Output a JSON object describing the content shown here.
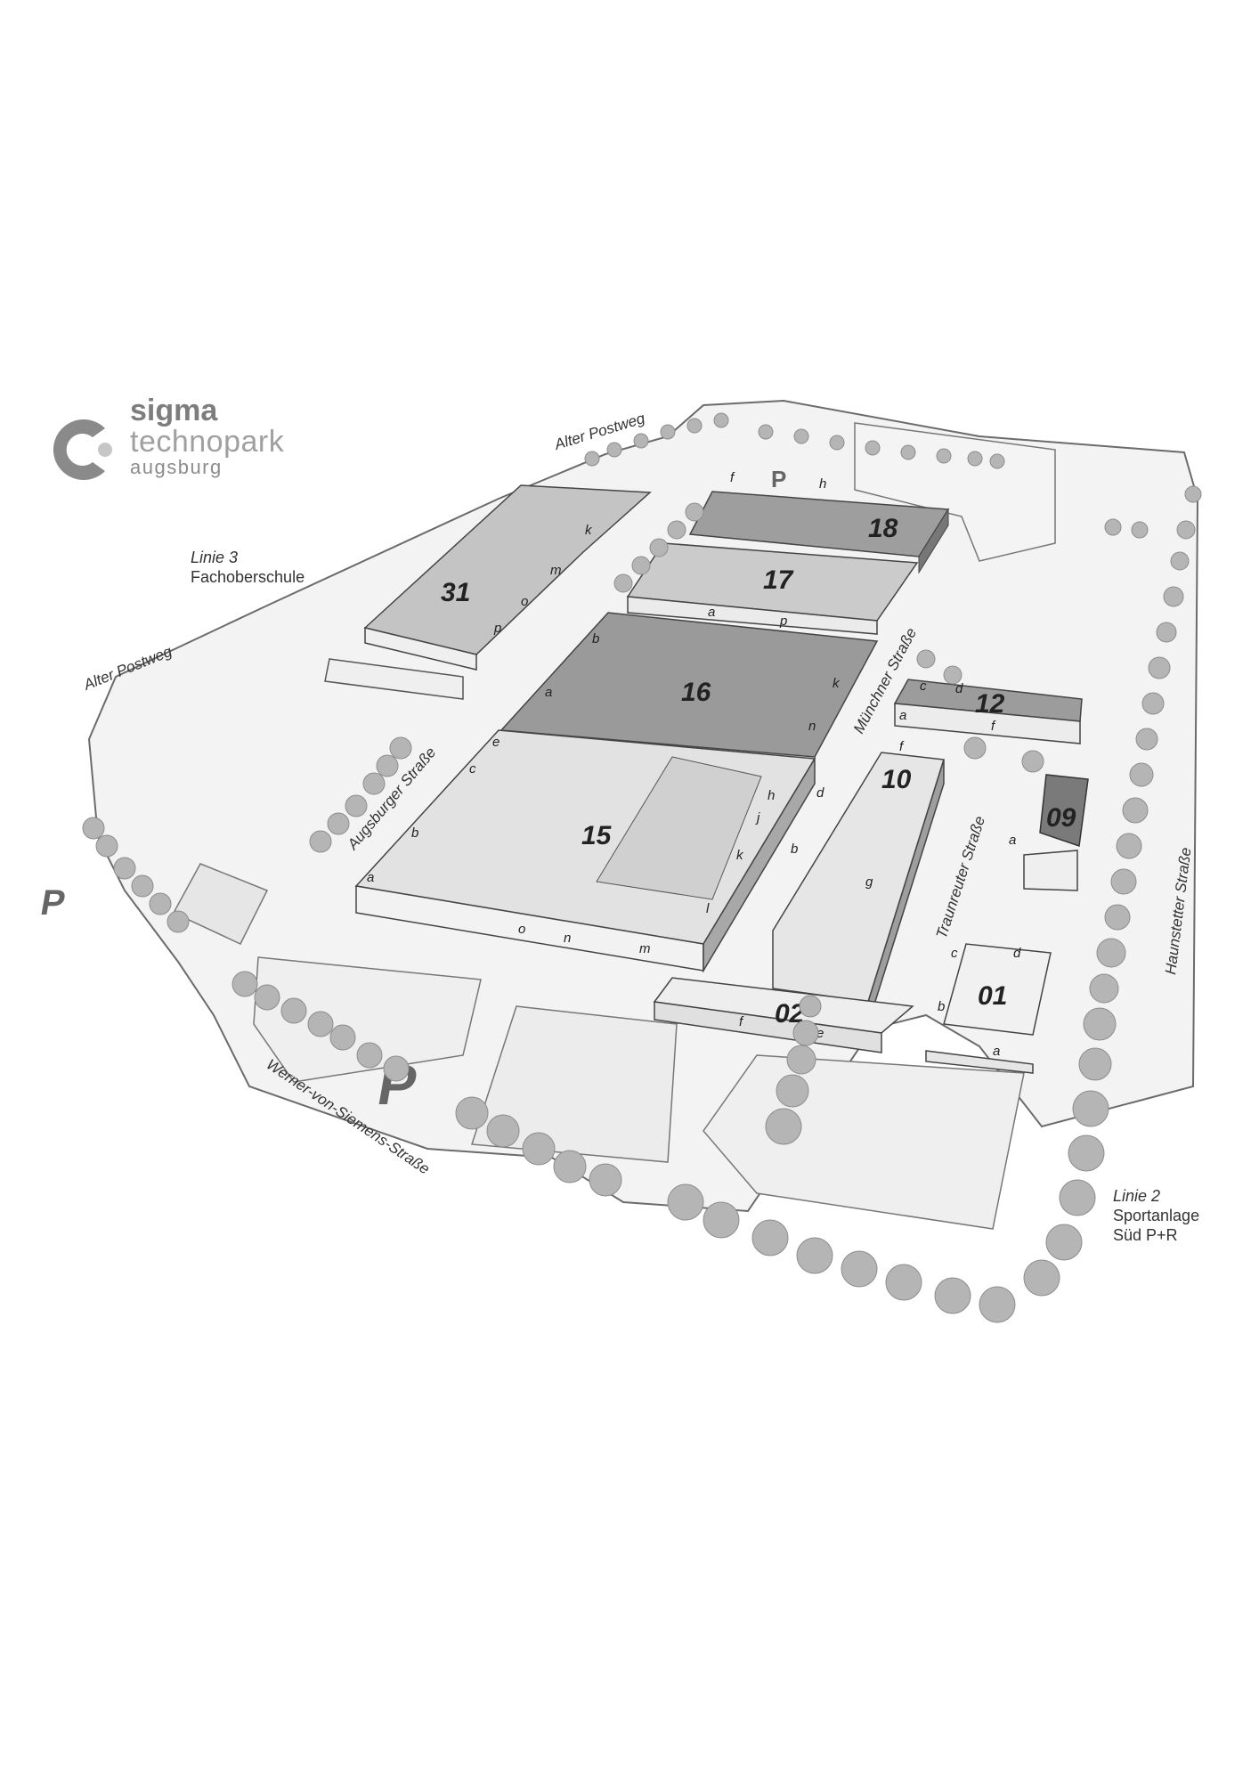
{
  "logo": {
    "line1": "sigma",
    "line2": "technopark",
    "line3": "augsburg"
  },
  "streets": {
    "alter_postweg_top": "Alter Postweg",
    "alter_postweg_left": "Alter Postweg",
    "muenchner": "Münchner Straße",
    "augsburger": "Augsburger Straße",
    "traunreuter": "Traunreuter Straße",
    "haunstetter": "Haunstetter Straße",
    "werner_von_siemens": "Werner-von-Siemens-Straße"
  },
  "transit": [
    {
      "line": "Linie 3",
      "stop": "Fachoberschule"
    },
    {
      "line": "Linie 2",
      "stop_1": "Sportanlage",
      "stop_2": "Süd P+R"
    }
  ],
  "buildings": {
    "b31": {
      "number": "31",
      "parts": [
        "k",
        "m",
        "o",
        "p"
      ]
    },
    "b18": {
      "number": "18",
      "parts": [
        "h"
      ]
    },
    "b17": {
      "number": "17",
      "parts": [
        "a",
        "p"
      ]
    },
    "b16": {
      "number": "16",
      "parts": [
        "a",
        "b",
        "k",
        "n"
      ]
    },
    "b15": {
      "number": "15",
      "parts": [
        "a",
        "b",
        "c",
        "e",
        "h",
        "j",
        "k",
        "l",
        "m",
        "n",
        "o"
      ]
    },
    "b12": {
      "number": "12",
      "parts": [
        "a",
        "c",
        "d",
        "f"
      ]
    },
    "b10": {
      "number": "10",
      "parts": [
        "b",
        "d",
        "f",
        "g"
      ]
    },
    "b09": {
      "number": "09",
      "parts": [
        "a"
      ]
    },
    "b02": {
      "number": "02",
      "parts": [
        "e",
        "f"
      ]
    },
    "b01": {
      "number": "01",
      "parts": [
        "a",
        "b",
        "c",
        "d"
      ]
    }
  },
  "parking": {
    "label": "P",
    "top_parking_part": "f"
  },
  "colors": {
    "dark": "#8f8f8f",
    "mid": "#c9c9c9",
    "light": "#ececec",
    "road": "#f4f4f4",
    "tree": "#b8b8b8"
  }
}
